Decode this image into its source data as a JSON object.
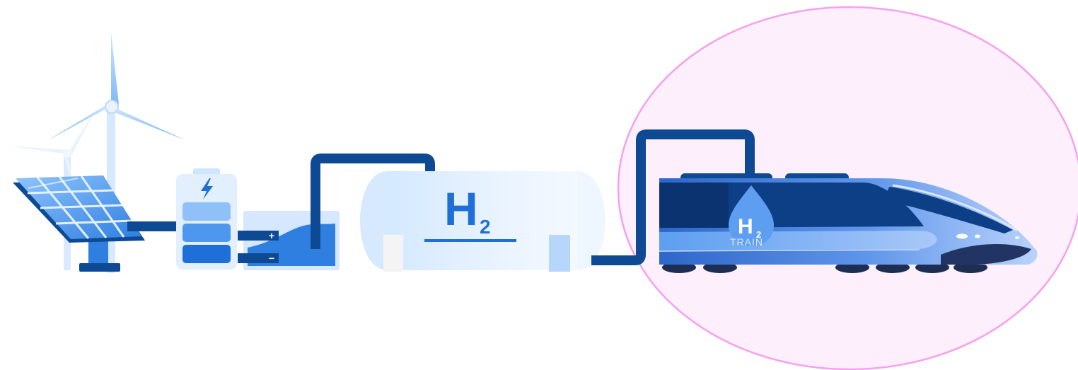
{
  "diagram": {
    "tank": {
      "symbol": "H",
      "subscript": "2"
    },
    "train": {
      "badge_symbol": "H",
      "badge_subscript": "2",
      "label": "TRAIN"
    },
    "electrolyzer": {
      "positive_terminal": "+",
      "negative_terminal": "−"
    },
    "colors": {
      "dark_blue": "#0d4a93",
      "mid_blue": "#2f7fe0",
      "light_blue": "#a9d0fb",
      "highlight_pink": "#f79ff0"
    },
    "icons": [
      "wind-turbine-icon",
      "solar-panel-icon",
      "battery-icon",
      "lightning-bolt-icon",
      "electrolyzer-icon",
      "hydrogen-tank-icon",
      "hydrogen-train-icon"
    ]
  }
}
